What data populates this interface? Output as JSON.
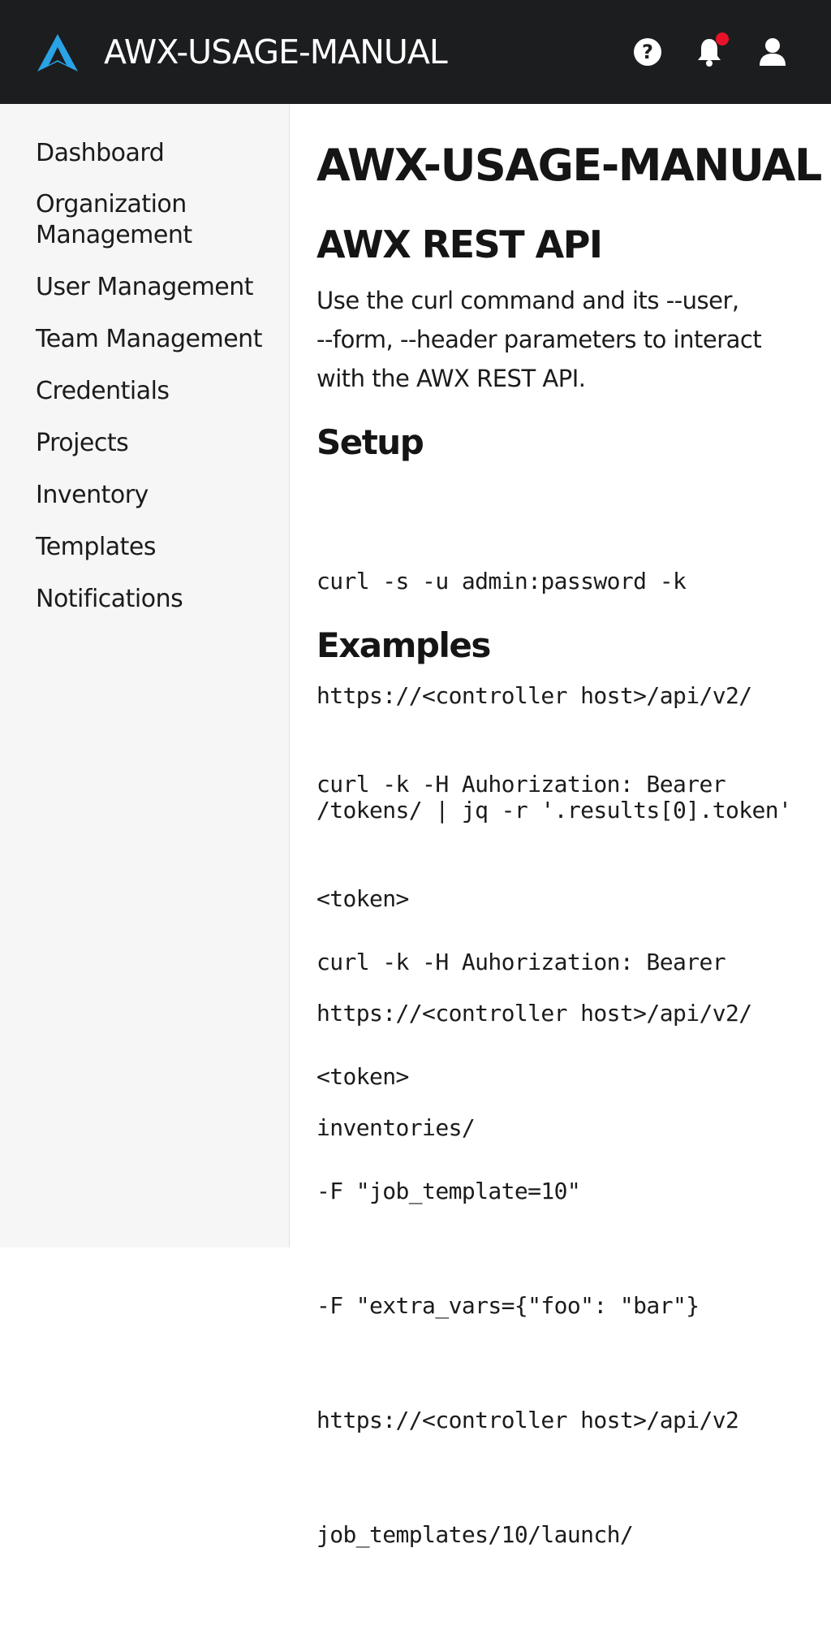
{
  "header": {
    "app_title": "AWX-USAGE-MANUAL",
    "logo_icon": "awx-logo-icon",
    "icons": [
      "help-icon",
      "bell-icon",
      "user-icon"
    ],
    "notification_dot_color": "#e8132b",
    "brand_color": "#2aa3e6"
  },
  "sidebar": {
    "items": [
      {
        "label": "Dashboard"
      },
      {
        "label": "Organization\nManagement"
      },
      {
        "label": "User Management"
      },
      {
        "label": "Team Management"
      },
      {
        "label": "Credentials"
      },
      {
        "label": "Projects"
      },
      {
        "label": "Inventory"
      },
      {
        "label": "Templates"
      },
      {
        "label": "Notifications"
      }
    ]
  },
  "main": {
    "page_title": "AWX-USAGE-MANUAL",
    "api_heading": "AWX REST API",
    "intro_lines": [
      "Use the curl command and its --user,",
      "--form, --header parameters to interact",
      "with the AWX REST API."
    ],
    "setup_heading": "Setup",
    "setup_code": [
      "curl -s -u admin:password -k",
      "https://<controller host>/api/v2/",
      "/tokens/ | jq -r '.results[0].token'"
    ],
    "examples_heading": "Examples",
    "example1_code": [
      "curl -k -H Auhorization: Bearer",
      "<token>",
      "https://<controller host>/api/v2/",
      "inventories/"
    ],
    "example2_code": [
      "curl -k -H Auhorization: Bearer",
      "<token>",
      "-F \"job_template=10\"",
      "-F \"extra_vars={\"foo\": \"bar\"}",
      "https://<controller host>/api/v2",
      "job_templates/10/launch/"
    ]
  }
}
